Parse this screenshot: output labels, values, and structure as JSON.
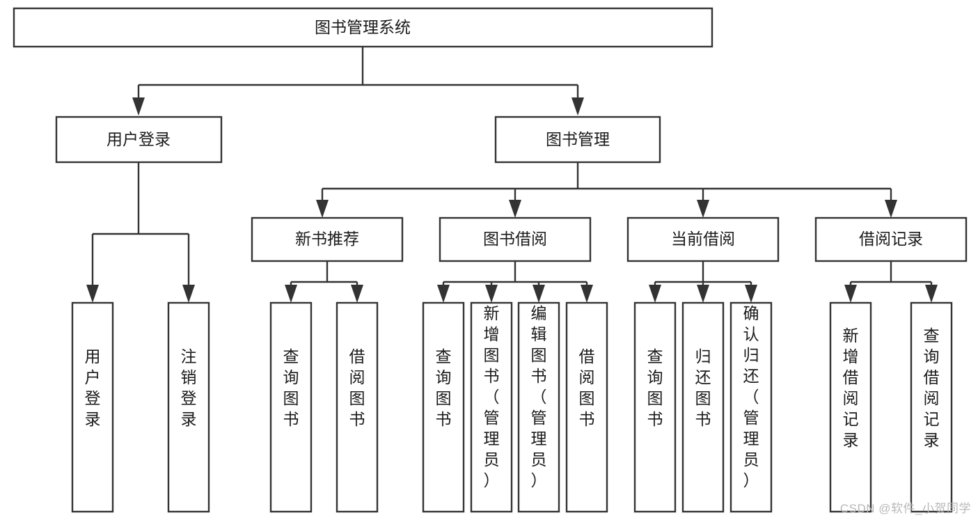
{
  "diagram": {
    "type": "tree",
    "orientation": "top-down",
    "title": "图书管理系统",
    "colors": {
      "box_border": "#333333",
      "box_fill": "#ffffff",
      "connector": "#333333",
      "text": "#1a1a1a",
      "watermark": "#b8b8b8"
    },
    "root": {
      "label": "图书管理系统"
    },
    "level2": [
      {
        "label": "用户登录"
      },
      {
        "label": "图书管理"
      }
    ],
    "level3": [
      {
        "label": "新书推荐"
      },
      {
        "label": "图书借阅"
      },
      {
        "label": "当前借阅"
      },
      {
        "label": "借阅记录"
      }
    ],
    "leaves": {
      "user_login": [
        {
          "label": "用户登录"
        },
        {
          "label": "注销登录"
        }
      ],
      "new_book_recommend": [
        {
          "label": "查询图书"
        },
        {
          "label": "借阅图书"
        }
      ],
      "book_borrow": [
        {
          "label": "查询图书"
        },
        {
          "label": "新增图书（管理员）"
        },
        {
          "label": "编辑图书（管理员）"
        },
        {
          "label": "借阅图书"
        }
      ],
      "current_borrow": [
        {
          "label": "查询图书"
        },
        {
          "label": "归还图书"
        },
        {
          "label": "确认归还（管理员）"
        }
      ],
      "borrow_record": [
        {
          "label": "新增借阅记录"
        },
        {
          "label": "查询借阅记录"
        }
      ]
    }
  },
  "watermark": {
    "text": "CSDN @软件_小贺同学"
  }
}
